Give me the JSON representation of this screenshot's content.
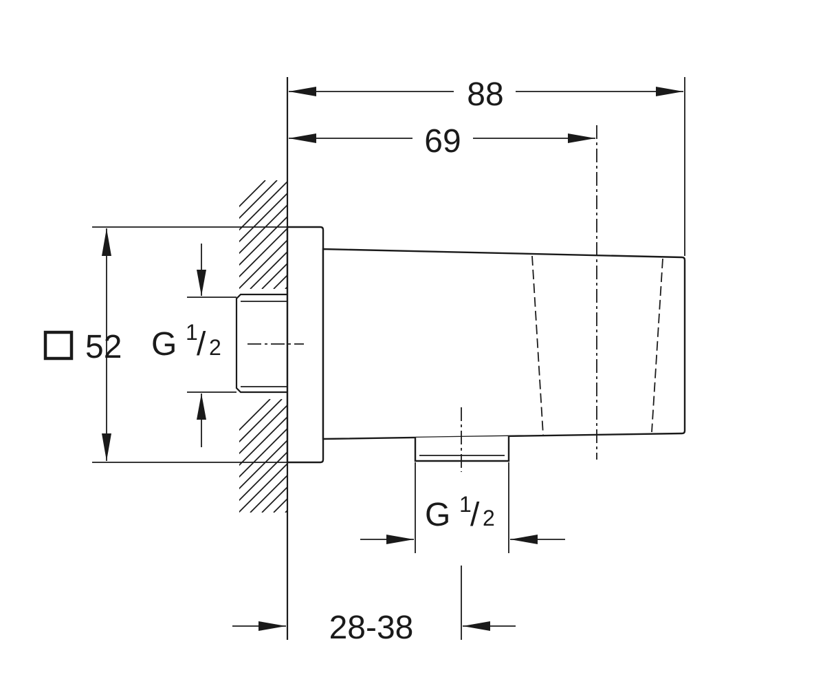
{
  "dimensions": {
    "total_length": "88",
    "outlet_center_length": "69",
    "square_size": "52",
    "wall_depth": "28-38"
  },
  "threads": {
    "inlet": {
      "prefix": "G",
      "numerator": "1",
      "slash": "/",
      "denominator": "2"
    },
    "outlet": {
      "prefix": "G",
      "numerator": "1",
      "slash": "/",
      "denominator": "2"
    }
  },
  "colors": {
    "line": "#1a1a1a",
    "background": "#ffffff"
  }
}
